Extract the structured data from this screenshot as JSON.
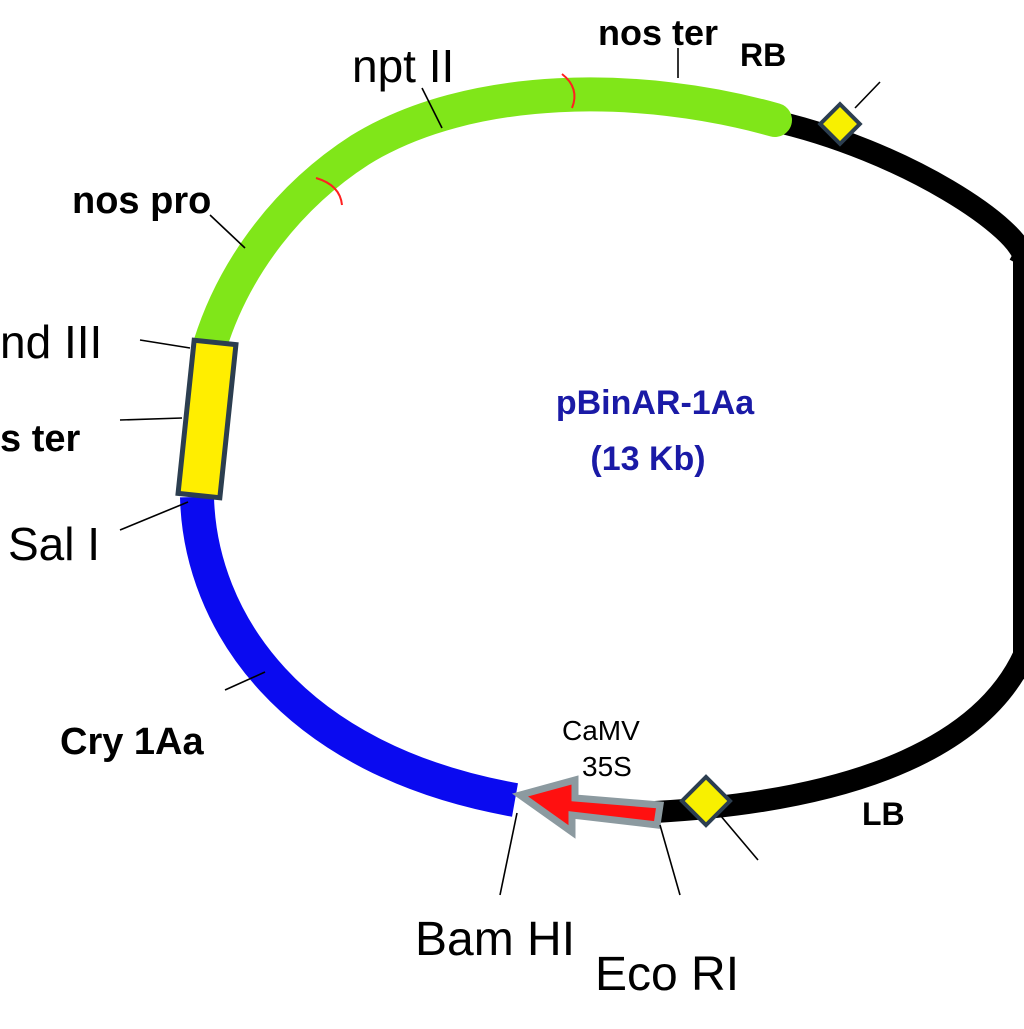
{
  "plasmid": {
    "name": "pBinAR-1Aa",
    "size": "(13 Kb)",
    "title_color": "#1a1aa6"
  },
  "colors": {
    "backbone": "#000000",
    "selectable_marker": "#80e619",
    "cassette": "#ffee00",
    "cassette_border": "#2c3e50",
    "gene": "#0a0af0",
    "promoter_fill": "#ff1010",
    "promoter_border": "#8c9aa0",
    "junction": "#ff2020",
    "border_box": "#f8f000"
  },
  "labels": {
    "nos_ter_top": "nos ter",
    "rb": "RB",
    "npt_ii": "npt II",
    "nos_pro": "nos pro",
    "hind_iii": "nd III",
    "nos_ter_left": "s ter",
    "sal_i": "Sal I",
    "cry_1aa": "Cry 1Aa",
    "camv_line1": "CaMV",
    "camv_line2": "35S",
    "bam_hi": "Bam HI",
    "eco_ri": "Eco RI",
    "lb": "LB"
  }
}
